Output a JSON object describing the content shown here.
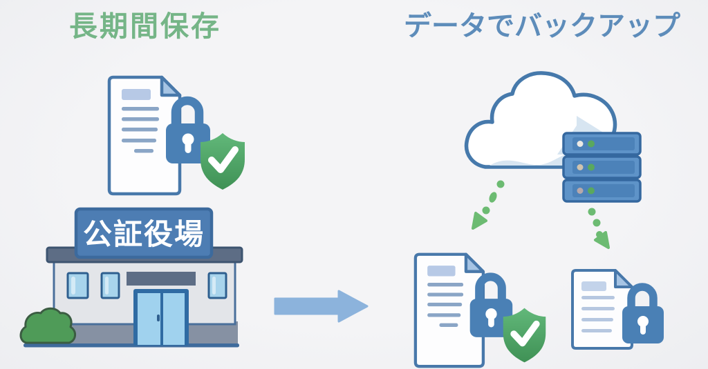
{
  "figure": {
    "left_title": "長期間保存",
    "right_title": "データでバックアップ",
    "building_sign": "公証役場"
  },
  "colors": {
    "background": "#f4f4f6",
    "title_left": "#75b587",
    "title_right": "#5d8cba",
    "document_outline": "#4878aa",
    "document_header_fill": "#b7c9e6",
    "document_line": "#8aa5c6",
    "document_line_light": "#b6c7e0",
    "lock_blue": "#4a80b5",
    "shield_green_top": "#62b87a",
    "shield_green_bottom": "#3f9155",
    "checkmark_white": "#ffffff",
    "cloud_outline": "#4679ab",
    "cloud_shade": "#d7e5f1",
    "server_frame": "#35689f",
    "server_fill": "#5e93c8",
    "server_panel": "#4c82b9",
    "led_green": "#5aa85e",
    "arrow_blue": "#8cb3dc",
    "dotted_green": "#6cbb72",
    "sign_fill": "#4d7db3",
    "sign_border": "#3c6a9d",
    "roof_slate": "#5d6d85",
    "wall_gray": "#e3e5e9",
    "wall_outline": "#4a6f9b",
    "window_blue": "#a8d4ec",
    "door_frame": "#2f6ba3",
    "door_glass": "#a0d2ee",
    "base_band": "#8691a3",
    "bush_green": "#4f9b58",
    "ground_blue": "#3f6b9c"
  },
  "icons": {
    "document_lock_shield": "document-with-padlock-and-shield-check",
    "document_lock": "document-with-padlock",
    "notary_building": "notary-office-building",
    "cloud_servers": "cloud-with-server-rack",
    "arrow_right": "solid-right-arrow",
    "dotted_arrows": "green-dotted-download-arrows"
  }
}
